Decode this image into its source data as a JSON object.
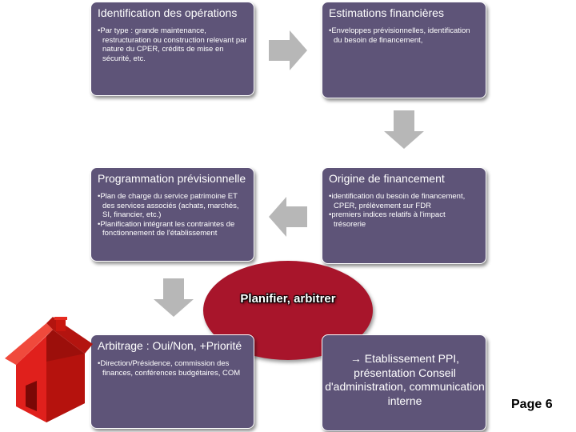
{
  "box_identification": {
    "title": "Identification des opérations",
    "bullets": [
      "Par type : grande maintenance, restructuration ou construction relevant par nature du CPER, crédits de mise en sécurité, etc."
    ]
  },
  "box_estimations": {
    "title": "Estimations financières",
    "bullets": [
      "Enveloppes prévisionnelles, identification du besoin de financement,"
    ]
  },
  "box_programmation": {
    "title": "Programmation prévisionnelle",
    "bullets": [
      "Plan de charge du service patrimoine ET des services associés (achats, marchés, SI, financier, etc.)",
      "Planification intégrant les contraintes de fonctionnement de l'établissement"
    ]
  },
  "box_origine": {
    "title": "Origine de financement",
    "bullets": [
      "identification du besoin de financement, CPER, prélèvement sur FDR",
      "premiers indices relatifs à l'impact trésorerie"
    ]
  },
  "box_arbitrage": {
    "title": "Arbitrage : Oui/Non, +Priorité",
    "bullets": [
      "Direction/Présidence, commission des finances, conférences budgétaires, COM"
    ]
  },
  "center": {
    "label": "Planifier, arbitrer"
  },
  "box_ppi": {
    "text": "→ Etablissement PPI, présentation Conseil d'administration, communication interne"
  },
  "page": {
    "label": "Page 6"
  },
  "colors": {
    "box_fill": "#5e5478",
    "ellipse_fill": "#a8152b",
    "arrow_fill": "#b7b7b7",
    "house_red": "#e0201c"
  },
  "icons": [
    "arrow-right-icon",
    "arrow-down-icon",
    "arrow-left-icon",
    "house-icon"
  ]
}
